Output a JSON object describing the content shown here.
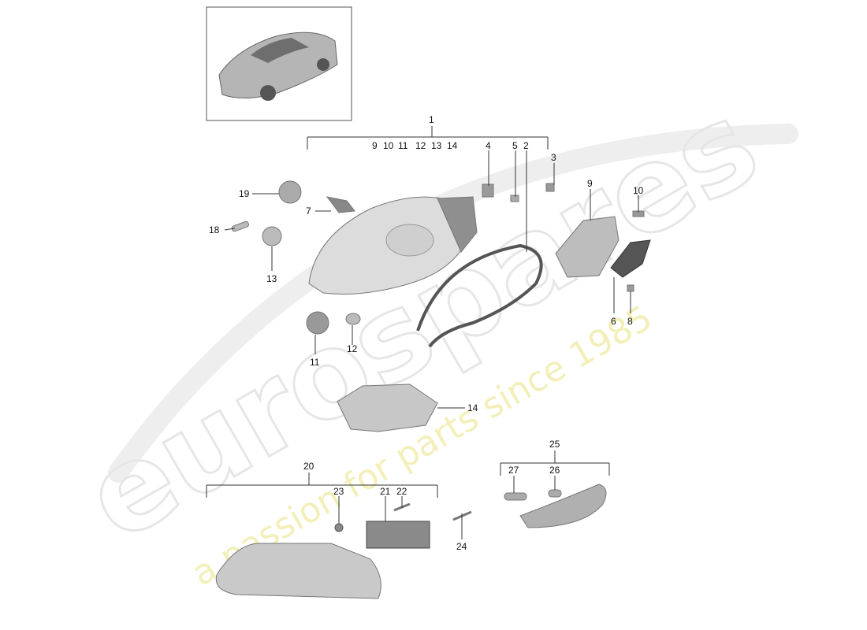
{
  "watermark": {
    "brand": "eurospares",
    "tagline": "a passion for parts since 1985"
  },
  "colors": {
    "part_fill": "#c9c9c9",
    "part_dark": "#8a8a8a",
    "line": "#333333",
    "watermark_gray": "#e6e6e6",
    "watermark_yellow": "#f3efb9"
  },
  "callouts": {
    "n1": "1",
    "n2": "2",
    "n3": "3",
    "n4": "4",
    "n5": "5",
    "n6": "6",
    "n7": "7",
    "n8": "8",
    "n9": "9",
    "n10": "10",
    "n11": "11",
    "n12": "12",
    "n13": "13",
    "n14": "14",
    "n18": "18",
    "n19": "19",
    "n20": "20",
    "n21": "21",
    "n22": "22",
    "n23": "23",
    "n24": "24",
    "n25": "25",
    "n26": "26",
    "n27": "27"
  },
  "group_1_members": [
    "9",
    "10",
    "11",
    "12",
    "13",
    "14"
  ]
}
